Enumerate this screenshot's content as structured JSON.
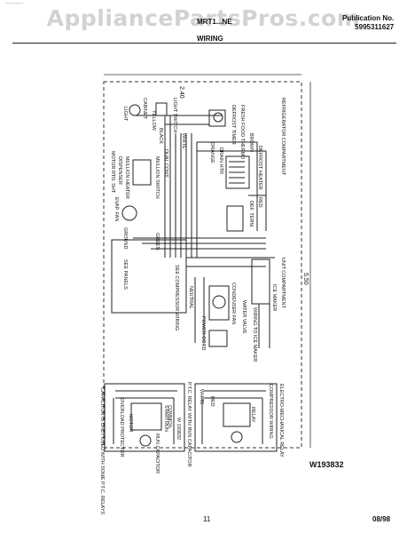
{
  "watermark": "AppliancePartsPros.com",
  "header": {
    "model": "MRT1...NE",
    "publication_label": "Publication No.",
    "publication_number": "5995311627",
    "section_title": "WIRING",
    "top_left": "............"
  },
  "dimensions": {
    "top": "2.40",
    "right": "5.50"
  },
  "labels": {
    "light": "LIGHT",
    "light_switch": "LIGHT SWITCH",
    "cabinet": "CABINET",
    "yellow": "YELLOW",
    "black": "BLACK",
    "white": "WHITE",
    "green": "GREEN",
    "red": "RED",
    "brown": "BROWN",
    "orange": "ORANGE",
    "fresh_food_thermo": "FRESH FOOD THERMO",
    "defrost_timer": "DEFROST TIMER",
    "drain_htr": "DRAIN HTR",
    "defrost_heater": "DEFROST HEATER",
    "refrigerator_compartment": "REFRIGERATOR COMPARTMENT",
    "mullion_heater": "MULLION HEATER",
    "mullion_switch": "MULLION SWITCH",
    "motor_rtd_sht": "MOTOR RTD. SHT.",
    "dispenser": "DISPENSER",
    "dual_cont": "DUAL CONT.",
    "evap_fan": "EVAP. FAN",
    "fan": "FAN",
    "def_term": "DEF. TERM.",
    "ground": "GROUND",
    "see_compressor_wiring": "SEE COMPRESSOR WIRING",
    "see_panels": "SEE PANELS",
    "unit_compartment": "UNIT COMPARTMENT",
    "condenser_fan": "CONDENSER FAN",
    "water_valve": "WATER VALVE",
    "ice_maker": "ICE MAKER",
    "power_cord": "POWER CORD",
    "neutral": "NEUTRAL",
    "wiring_to_ice_maker": "WIRING TO ICE MAKER",
    "overload_protector": "OVERLOAD PROTECTOR",
    "relay": "RELAY",
    "start": "START",
    "run": "RUN",
    "common": "COMMON",
    "motor": "MOTOR",
    "ptc_relay_run_cap": "P.T.C. RELAY WITH RUN CAPACITOR",
    "electromechanical_relay": "ELECTRO-MECHANICAL RELAY",
    "compressor_wiring": "COMPRESSOR WIRING",
    "run_capacitor": "RUN CAPACITOR",
    "cap_note": "CAPACITOR IS ONLY USED WITH SOME P.T.C. RELAYS",
    "w_lot": "W 193832"
  },
  "footer": {
    "diagram_code": "W193832",
    "page": "11",
    "date": "08/98"
  }
}
